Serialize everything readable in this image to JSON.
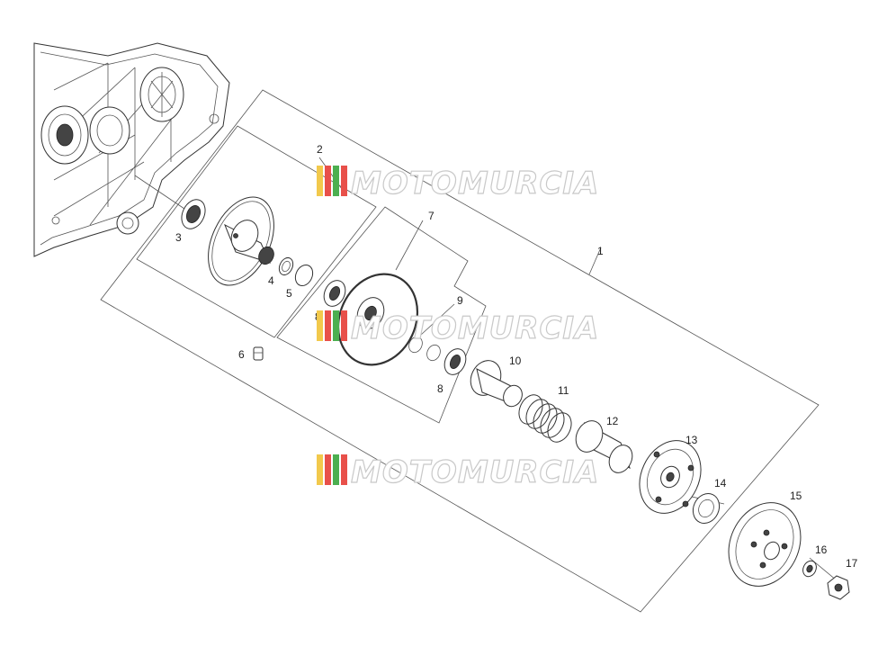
{
  "watermark": {
    "text": "MOTOMURCIA",
    "stripe_colors": [
      "#f2c94c",
      "#e8504a",
      "#4caf50",
      "#e8504a"
    ],
    "outline_color": "#c9c9c9"
  },
  "parts": [
    {
      "id": "label-1",
      "text": "1"
    },
    {
      "id": "label-2",
      "text": "2"
    },
    {
      "id": "label-3",
      "text": "3"
    },
    {
      "id": "label-4",
      "text": "4"
    },
    {
      "id": "label-5",
      "text": "5"
    },
    {
      "id": "label-6",
      "text": "6"
    },
    {
      "id": "label-7",
      "text": "7"
    },
    {
      "id": "label-8a",
      "text": "8"
    },
    {
      "id": "label-8b",
      "text": "8"
    },
    {
      "id": "label-9",
      "text": "9"
    },
    {
      "id": "label-10",
      "text": "10"
    },
    {
      "id": "label-11",
      "text": "11"
    },
    {
      "id": "label-12",
      "text": "12"
    },
    {
      "id": "label-13",
      "text": "13"
    },
    {
      "id": "label-14",
      "text": "14"
    },
    {
      "id": "label-15",
      "text": "15"
    },
    {
      "id": "label-16",
      "text": "16"
    },
    {
      "id": "label-17",
      "text": "17"
    }
  ]
}
